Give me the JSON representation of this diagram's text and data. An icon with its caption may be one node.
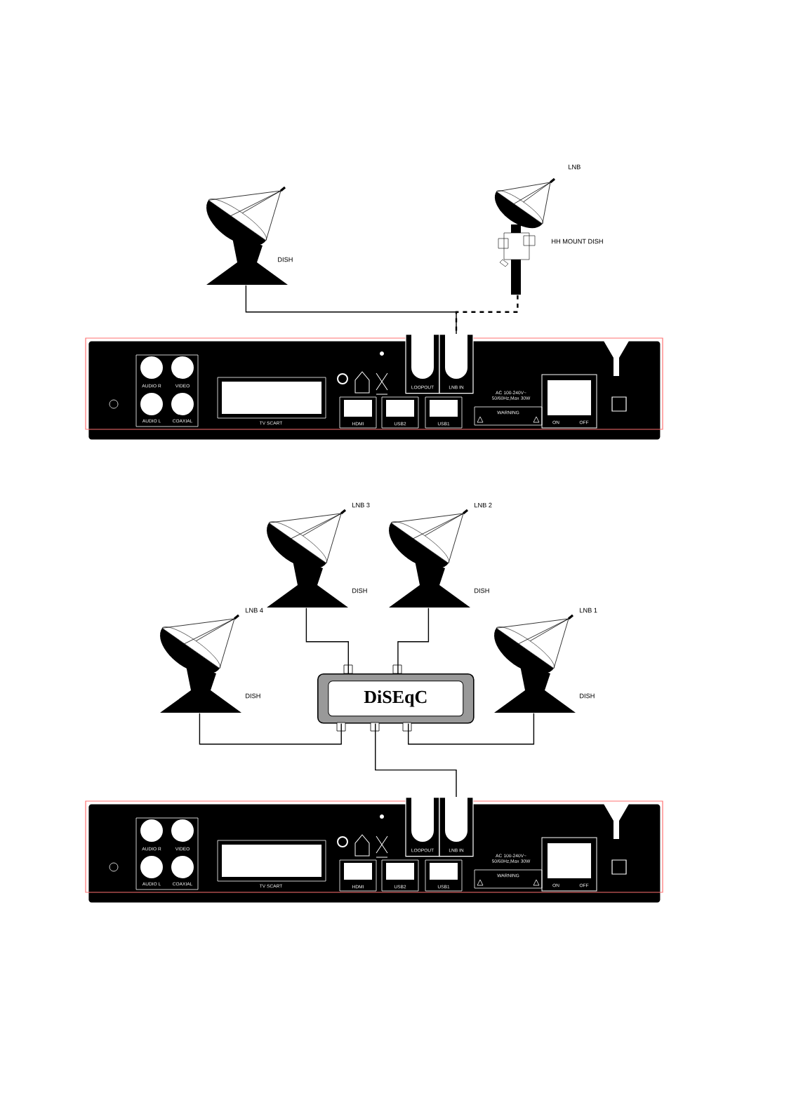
{
  "diagram": {
    "nodes": [
      {
        "text": [],
        "shape": "dish",
        "beside": [
          "DISH"
        ]
      },
      {
        "text": [],
        "shape": "dish",
        "beside": [
          "LNB",
          "HH MOUNT DISH"
        ]
      },
      {
        "text": [
          "AUDIO R",
          "VIDEO",
          "AUDIO L",
          "COAXIAL",
          "TV SCART",
          "HDMI",
          "USB2",
          "USB1",
          "AC 100-240V~ 50/60Hz,Max 30W",
          "WARNING",
          "ON",
          "OFF"
        ]
      },
      {
        "text": [
          "LOOPOUT"
        ],
        "in": 2
      },
      {
        "text": [
          "LNB IN"
        ],
        "in": 2
      },
      {
        "text": [],
        "shape": "dish",
        "beside": [
          "LNB 3",
          "DISH"
        ]
      },
      {
        "text": [],
        "shape": "dish",
        "beside": [
          "LNB 2",
          "DISH"
        ]
      },
      {
        "text": [],
        "shape": "dish",
        "beside": [
          "LNB 4",
          "DISH"
        ]
      },
      {
        "text": [
          "DiSEqC"
        ]
      },
      {
        "text": [],
        "shape": "dish",
        "beside": [
          "LNB 1",
          "DISH"
        ]
      },
      {
        "text": [
          "AUDIO R",
          "VIDEO",
          "AUDIO L",
          "COAXIAL",
          "TV SCART",
          "HDMI",
          "USB2",
          "USB1",
          "AC 100-240V~ 50/60Hz,Max 30W",
          "WARNING",
          "ON",
          "OFF"
        ]
      },
      {
        "text": [
          "LOOPOUT"
        ],
        "in": 10
      },
      {
        "text": [
          "LNB IN"
        ],
        "in": 10
      }
    ],
    "edges": [
      {
        "from": 0,
        "to": 4,
        "arrow": "none"
      },
      {
        "from": 1,
        "to": 4,
        "arrow": "none",
        "style": "dashed"
      },
      {
        "from": 5,
        "to": 8,
        "arrow": "none"
      },
      {
        "from": 6,
        "to": 8,
        "arrow": "none"
      },
      {
        "from": 7,
        "to": 8,
        "arrow": "none"
      },
      {
        "from": 9,
        "to": 8,
        "arrow": "none"
      },
      {
        "from": 8,
        "to": 12,
        "arrow": "none"
      }
    ]
  }
}
